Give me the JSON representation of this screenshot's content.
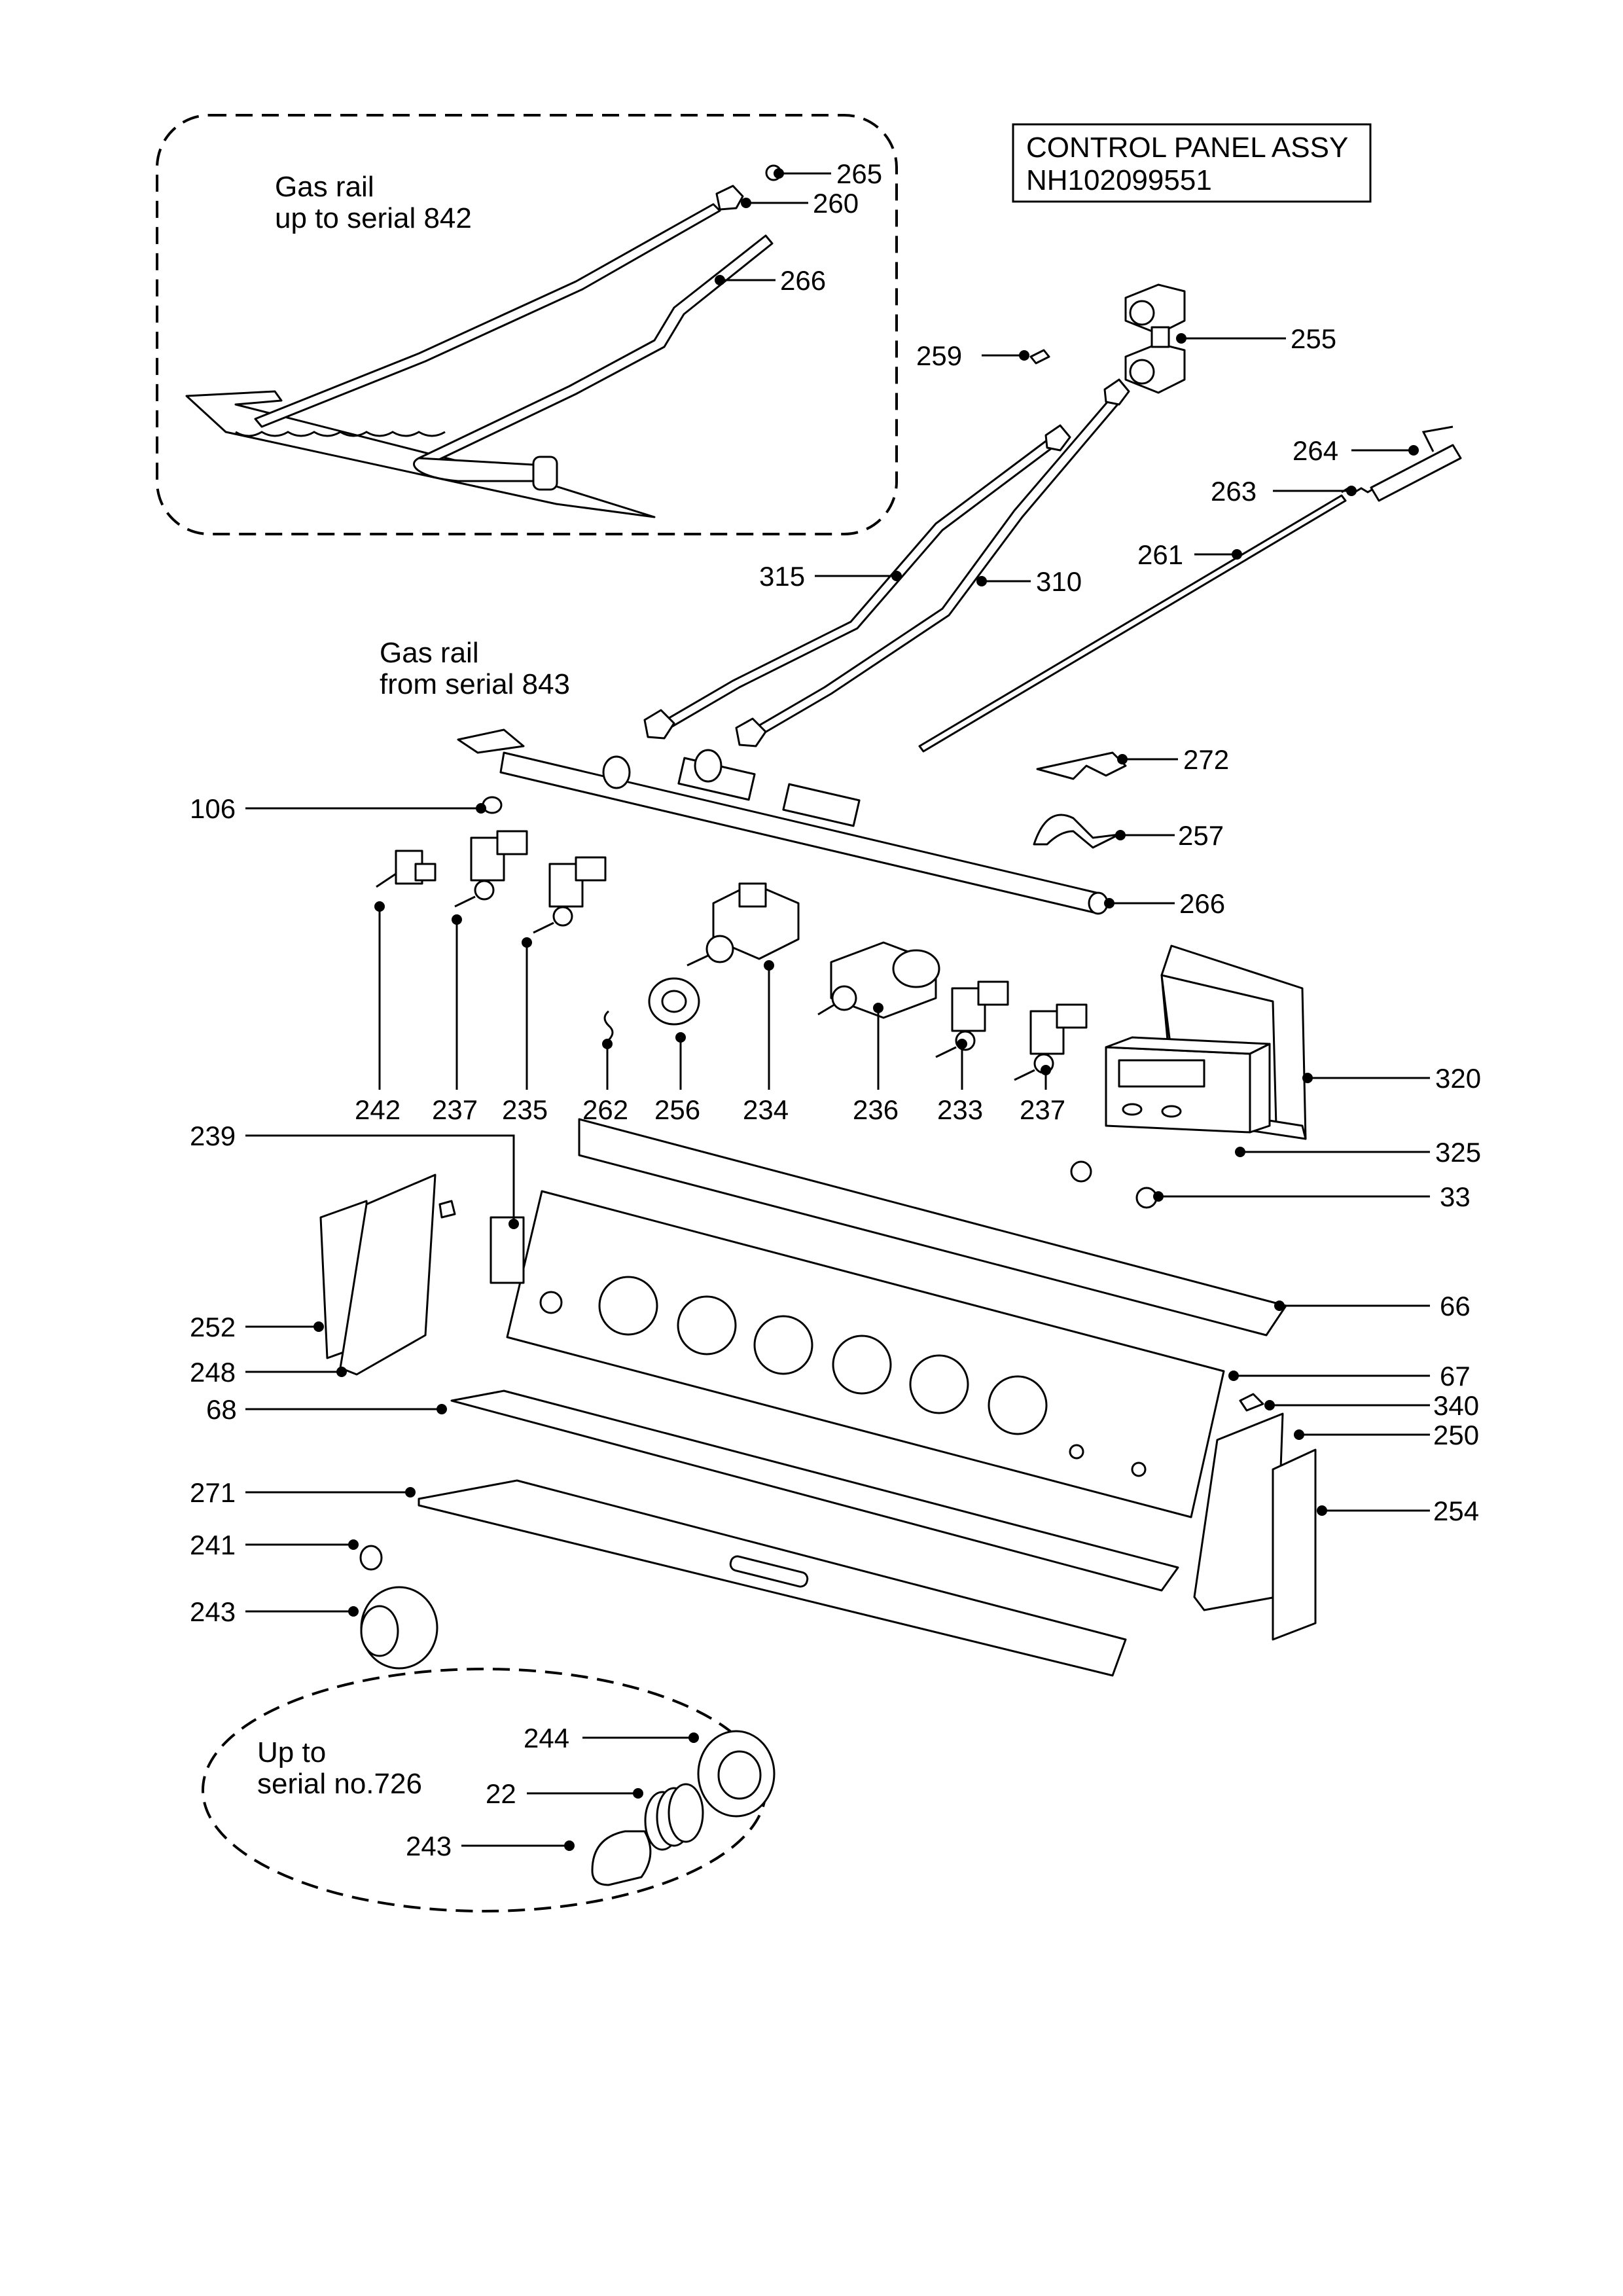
{
  "title_box": {
    "line1": "CONTROL PANEL ASSY",
    "line2": "NH102099551"
  },
  "notes": {
    "gas_rail_old_1": "Gas rail",
    "gas_rail_old_2": "up to serial 842",
    "gas_rail_new_1": "Gas rail",
    "gas_rail_new_2": "from serial 843",
    "upto_726_1": "Up to",
    "upto_726_2": "serial no.726"
  },
  "callouts": [
    {
      "id": "c265",
      "label": "265"
    },
    {
      "id": "c260",
      "label": "260"
    },
    {
      "id": "c266a",
      "label": "266"
    },
    {
      "id": "c259",
      "label": "259"
    },
    {
      "id": "c255",
      "label": "255"
    },
    {
      "id": "c264",
      "label": "264"
    },
    {
      "id": "c263",
      "label": "263"
    },
    {
      "id": "c261",
      "label": "261"
    },
    {
      "id": "c315",
      "label": "315"
    },
    {
      "id": "c310",
      "label": "310"
    },
    {
      "id": "c272",
      "label": "272"
    },
    {
      "id": "c106",
      "label": "106"
    },
    {
      "id": "c257",
      "label": "257"
    },
    {
      "id": "c266b",
      "label": "266"
    },
    {
      "id": "c242",
      "label": "242"
    },
    {
      "id": "c237a",
      "label": "237"
    },
    {
      "id": "c235",
      "label": "235"
    },
    {
      "id": "c262",
      "label": "262"
    },
    {
      "id": "c256",
      "label": "256"
    },
    {
      "id": "c234",
      "label": "234"
    },
    {
      "id": "c236",
      "label": "236"
    },
    {
      "id": "c233",
      "label": "233"
    },
    {
      "id": "c237b",
      "label": "237"
    },
    {
      "id": "c320",
      "label": "320"
    },
    {
      "id": "c239",
      "label": "239"
    },
    {
      "id": "c325",
      "label": "325"
    },
    {
      "id": "c33",
      "label": "33"
    },
    {
      "id": "c66",
      "label": "66"
    },
    {
      "id": "c252",
      "label": "252"
    },
    {
      "id": "c248",
      "label": "248"
    },
    {
      "id": "c67",
      "label": "67"
    },
    {
      "id": "c68",
      "label": "68"
    },
    {
      "id": "c340",
      "label": "340"
    },
    {
      "id": "c250",
      "label": "250"
    },
    {
      "id": "c271",
      "label": "271"
    },
    {
      "id": "c254",
      "label": "254"
    },
    {
      "id": "c241",
      "label": "241"
    },
    {
      "id": "c243a",
      "label": "243"
    },
    {
      "id": "c244",
      "label": "244"
    },
    {
      "id": "c22",
      "label": "22"
    },
    {
      "id": "c243b",
      "label": "243"
    }
  ]
}
